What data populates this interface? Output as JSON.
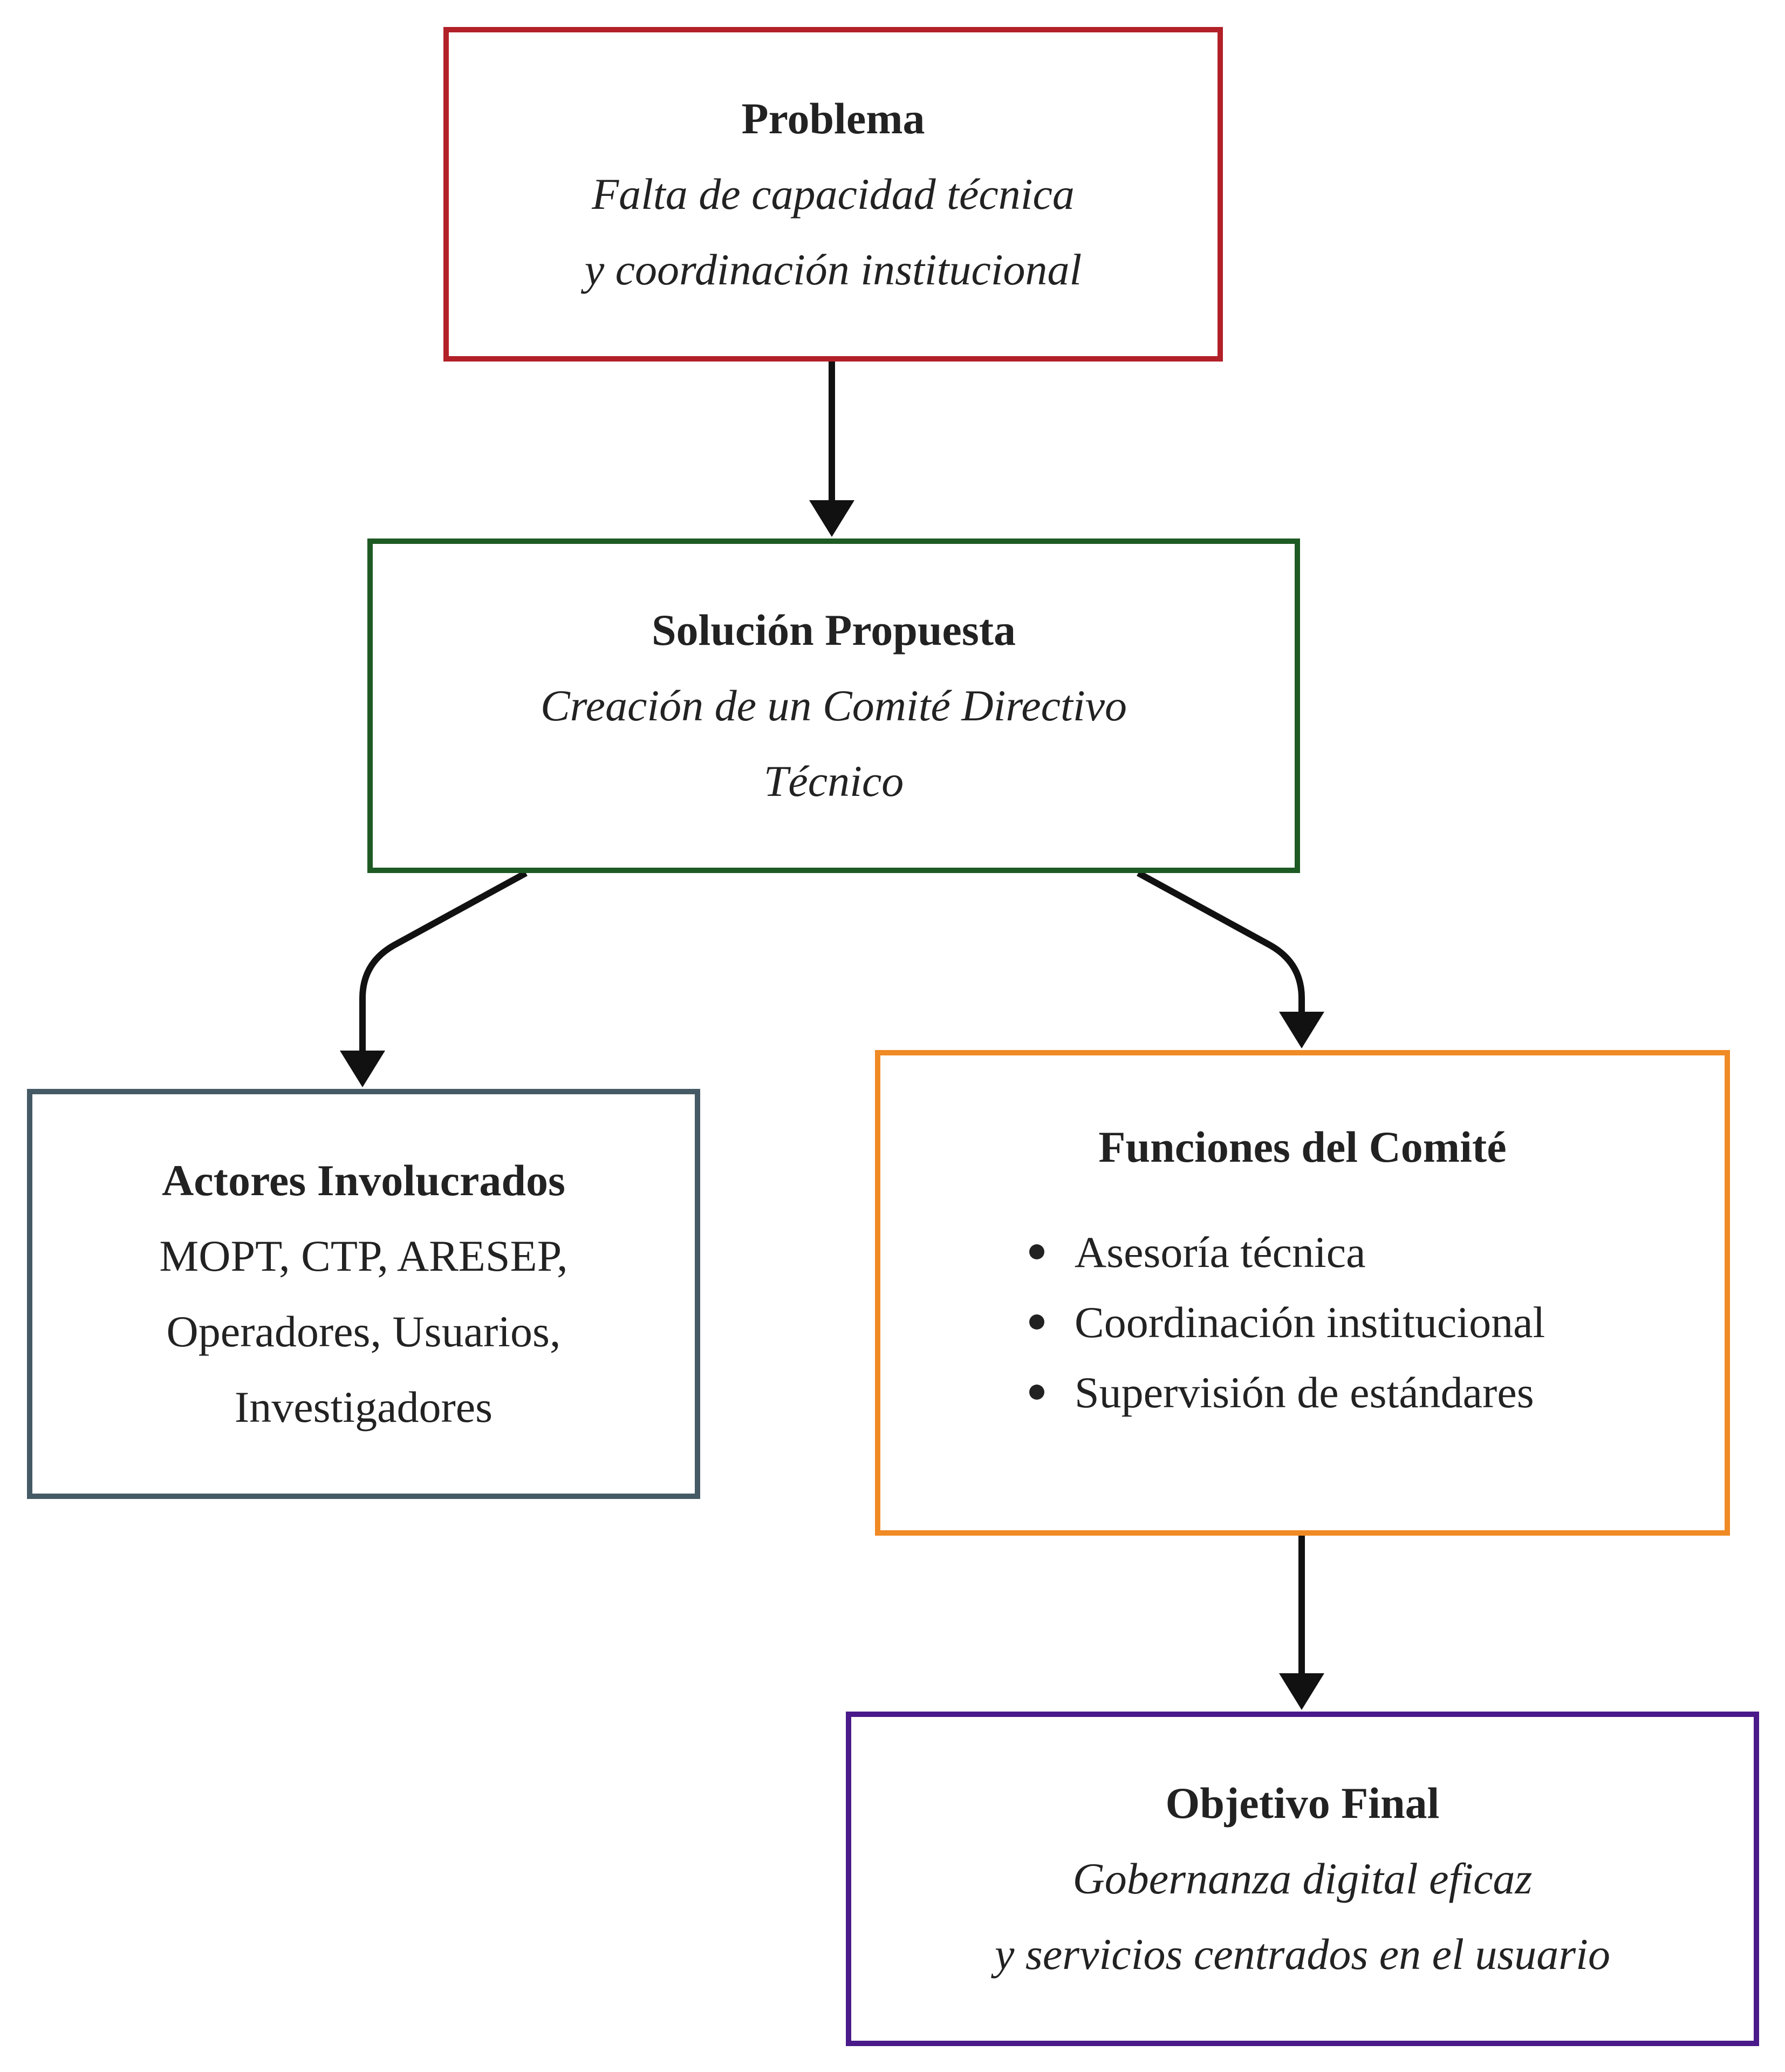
{
  "colors": {
    "problem": "#b22028",
    "solution": "#1e5a23",
    "actores": "#455a64",
    "funciones": "#f08a24",
    "objetivo": "#4a1a8a",
    "arrow": "#111111"
  },
  "nodes": {
    "problem": {
      "title": "Problema",
      "lines": [
        "Falta de capacidad técnica",
        "y coordinación institucional"
      ]
    },
    "solution": {
      "title": "Solución Propuesta",
      "lines": [
        "Creación de un Comité Directivo",
        "Técnico"
      ]
    },
    "actores": {
      "title": "Actores Involucrados",
      "lines": [
        "MOPT, CTP, ARESEP,",
        "Operadores, Usuarios,",
        "Investigadores"
      ]
    },
    "funciones": {
      "title": "Funciones del Comité",
      "bullets": [
        "Asesoría técnica",
        "Coordinación institucional",
        "Supervisión de estándares"
      ]
    },
    "objetivo": {
      "title": "Objetivo Final",
      "lines": [
        "Gobernanza digital eficaz",
        "y servicios centrados en el usuario"
      ]
    }
  },
  "edges": [
    {
      "from": "problem",
      "to": "solution"
    },
    {
      "from": "solution",
      "to": "actores"
    },
    {
      "from": "solution",
      "to": "funciones"
    },
    {
      "from": "funciones",
      "to": "objetivo"
    }
  ]
}
